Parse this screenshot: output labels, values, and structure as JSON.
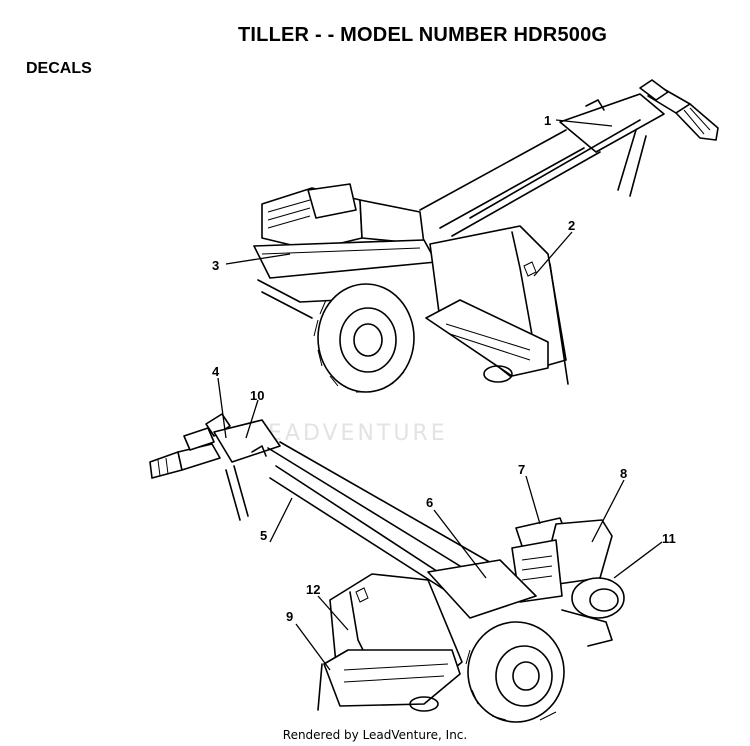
{
  "header": {
    "title": "TILLER - - MODEL NUMBER HDR500G",
    "section": "DECALS"
  },
  "watermark": "EADVENTURE",
  "footer": "Rendered by LeadVenture, Inc.",
  "callouts": [
    {
      "id": "c1",
      "label": "1"
    },
    {
      "id": "c2",
      "label": "2"
    },
    {
      "id": "c3",
      "label": "3"
    },
    {
      "id": "c4",
      "label": "4"
    },
    {
      "id": "c5",
      "label": "5"
    },
    {
      "id": "c6",
      "label": "6"
    },
    {
      "id": "c7",
      "label": "7"
    },
    {
      "id": "c8",
      "label": "8"
    },
    {
      "id": "c9",
      "label": "9"
    },
    {
      "id": "c10",
      "label": "10"
    },
    {
      "id": "c11",
      "label": "11"
    },
    {
      "id": "c12",
      "label": "12"
    }
  ]
}
